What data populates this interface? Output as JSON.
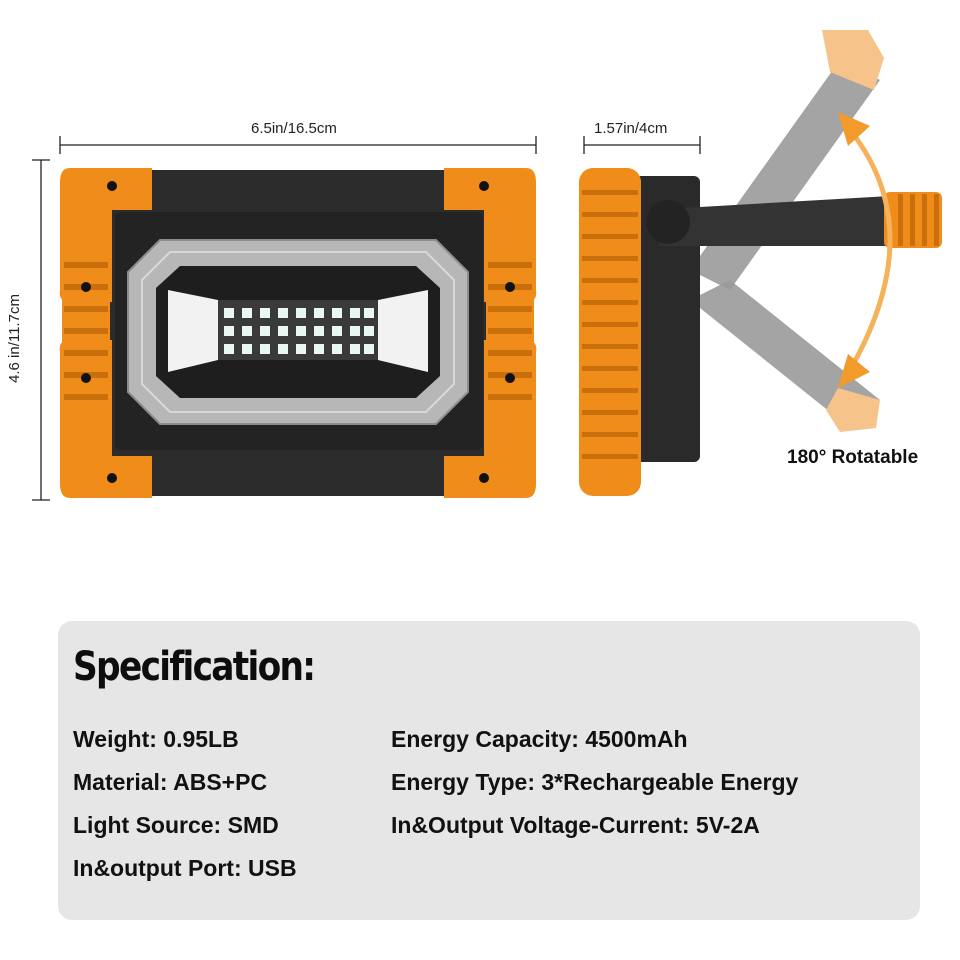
{
  "dimensions": {
    "width_label": "6.5in/16.5cm",
    "height_label": "4.6 in/11.7cm",
    "depth_label": "1.57in/4cm"
  },
  "rotation_label": "180° Rotatable",
  "colors": {
    "orange": "#ef8c1a",
    "orange_light": "#f6c48a",
    "body_dark": "#2c2c2c",
    "silver": "#b7b7b7",
    "panel_bg": "#e6e6e6"
  },
  "specification": {
    "title": "Specification:",
    "left": [
      "Weight: 0.95LB",
      "Material: ABS+PC",
      "Light Source: SMD",
      "In&output Port: USB"
    ],
    "right": [
      "Energy Capacity: 4500mAh",
      "Energy Type: 3*Rechargeable Energy",
      "In&Output Voltage-Current: 5V-2A"
    ]
  }
}
